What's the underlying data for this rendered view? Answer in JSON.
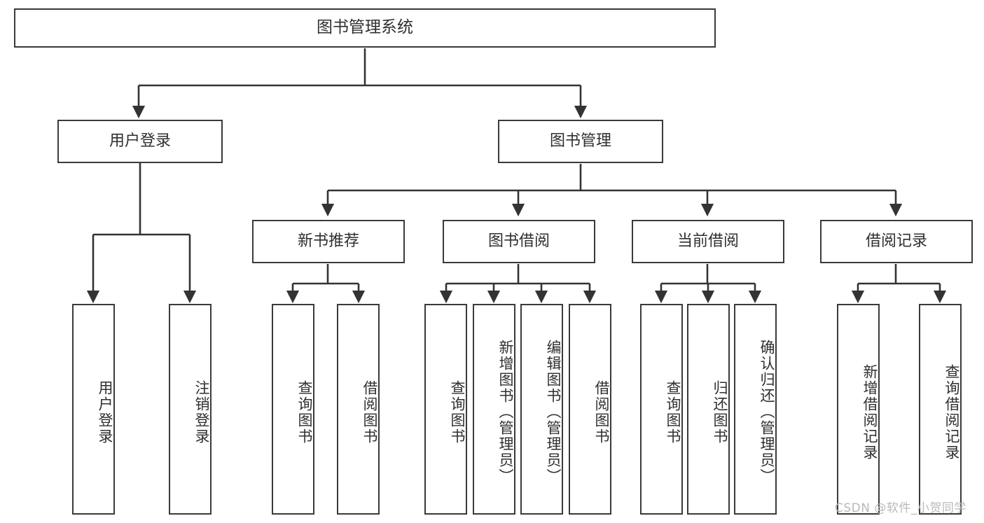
{
  "diagram": {
    "title": "图书管理系统",
    "watermark": "CSDN @软件_小贺同学",
    "colors": {
      "background": "#ffffff",
      "border": "#3a3a3a",
      "text": "#2f2f2f",
      "line": "#333333",
      "watermark": "#b9b9b9"
    },
    "root": {
      "label": "图书管理系统"
    },
    "level1": [
      {
        "label": "用户登录"
      },
      {
        "label": "图书管理"
      }
    ],
    "level2": [
      {
        "label": "新书推荐"
      },
      {
        "label": "图书借阅"
      },
      {
        "label": "当前借阅"
      },
      {
        "label": "借阅记录"
      }
    ],
    "leaves": {
      "user_login": [
        {
          "label": "用户登录"
        },
        {
          "label": "注销登录"
        }
      ],
      "new_book_recommend": [
        {
          "label": "查询图书"
        },
        {
          "label": "借阅图书"
        }
      ],
      "book_borrow": [
        {
          "label": "查询图书"
        },
        {
          "label": "新增图书（管理员）"
        },
        {
          "label": "编辑图书（管理员）"
        },
        {
          "label": "借阅图书"
        }
      ],
      "current_borrow": [
        {
          "label": "查询图书"
        },
        {
          "label": "归还图书"
        },
        {
          "label": "确认归还（管理员）"
        }
      ],
      "borrow_record": [
        {
          "label": "新增借阅记录"
        },
        {
          "label": "查询借阅记录"
        }
      ]
    }
  }
}
